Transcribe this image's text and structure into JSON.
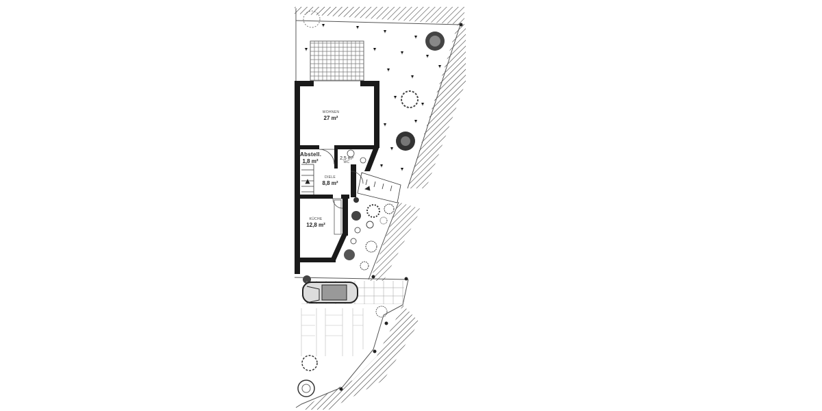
{
  "plan": {
    "type": "floor plan (ground floor with garden and parking)",
    "rooms": [
      {
        "id": "wohnen",
        "name": "WOHNEN",
        "area": "27 m²"
      },
      {
        "id": "abstell",
        "name": "Abstell.",
        "area": "1,8 m²"
      },
      {
        "id": "wc",
        "name": "WC",
        "area": "2,5 m²"
      },
      {
        "id": "diele",
        "name": "DIELE",
        "area": "8,8 m²"
      },
      {
        "id": "kueche",
        "name": "KÜCHE",
        "area": "12,8 m²"
      }
    ],
    "features": [
      "terrace",
      "garden",
      "trees",
      "staircase",
      "entrance steps",
      "car parking",
      "paved driveway",
      "hatched boundary"
    ]
  }
}
